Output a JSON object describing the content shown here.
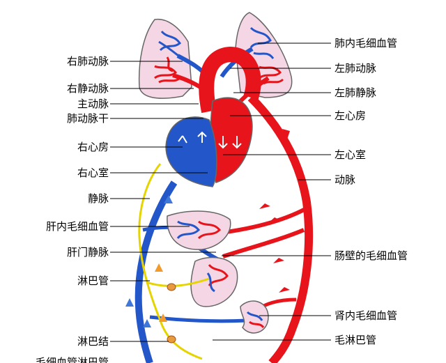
{
  "labels": {
    "left": [
      "右肺动脉",
      "右静动脉",
      "主动脉",
      "肺动脉干",
      "右心房",
      "右心室",
      "静脉",
      "肝内毛细血管",
      "肝门静脉",
      "淋巴管",
      "淋巴结",
      "毛细血管淋巴管"
    ],
    "right": [
      "肺内毛细血管",
      "左肺动脉",
      "左肺静脉",
      "左心房",
      "左心室",
      "动脉",
      "肠壁的毛细血管",
      "肾内毛细血管",
      "毛淋巴管"
    ]
  },
  "colors": {
    "artery": "#e8141b",
    "vein": "#2357c9",
    "lymph": "#e6d400",
    "lymph_node": "#e89a3c",
    "organ_fill": "#f4d6e4",
    "arrow_orange": "#f39a2c",
    "arrow_blue": "#3f78d8"
  }
}
